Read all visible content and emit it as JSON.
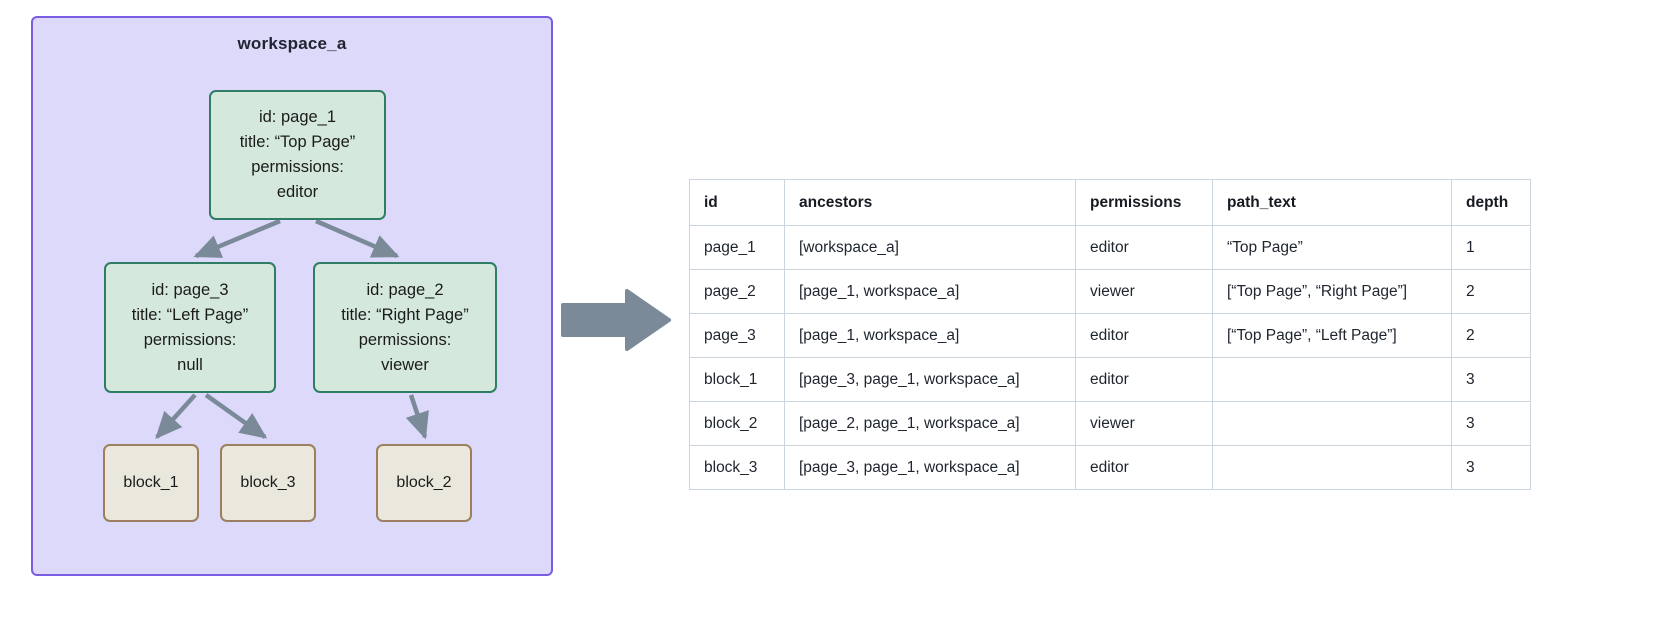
{
  "workspace": {
    "title": "workspace_a",
    "container_fill": "#ddd9fb",
    "container_border": "#7b5de4",
    "page_node_fill": "#d4e8dc",
    "page_node_border": "#2e7d64",
    "block_node_fill": "#eae8dc",
    "block_node_border": "#9c7f5e",
    "edge_color": "#7b8a99",
    "nodes": [
      {
        "key": "page_1",
        "type": "page",
        "line1": "id: page_1",
        "line2": "title: “Top Page”",
        "line3": "permissions:",
        "line4": "editor"
      },
      {
        "key": "page_3",
        "type": "page",
        "line1": "id: page_3",
        "line2": "title: “Left Page”",
        "line3": "permissions:",
        "line4": "null"
      },
      {
        "key": "page_2",
        "type": "page",
        "line1": "id: page_2",
        "line2": "title: “Right Page”",
        "line3": "permissions:",
        "line4": "viewer"
      },
      {
        "key": "block_1",
        "type": "block",
        "label": "block_1"
      },
      {
        "key": "block_3",
        "type": "block",
        "label": "block_3"
      },
      {
        "key": "block_2",
        "type": "block",
        "label": "block_2"
      }
    ],
    "edges": [
      {
        "from": "page_1",
        "to": "page_3"
      },
      {
        "from": "page_1",
        "to": "page_2"
      },
      {
        "from": "page_3",
        "to": "block_1"
      },
      {
        "from": "page_3",
        "to": "block_3"
      },
      {
        "from": "page_2",
        "to": "block_2"
      }
    ]
  },
  "transition": {
    "icon": "right-arrow-icon",
    "color": "#7b8a99"
  },
  "table": {
    "columns": [
      "id",
      "ancestors",
      "permissions",
      "path_text",
      "depth"
    ],
    "rows": [
      {
        "id": "page_1",
        "ancestors": "[workspace_a]",
        "permissions": "editor",
        "path_text": "“Top Page”",
        "depth": "1"
      },
      {
        "id": "page_2",
        "ancestors": "[page_1, workspace_a]",
        "permissions": "viewer",
        "path_text": "[“Top Page”, “Right Page”]",
        "depth": "2"
      },
      {
        "id": "page_3",
        "ancestors": "[page_1, workspace_a]",
        "permissions": "editor",
        "path_text": "[“Top Page”, “Left Page”]",
        "depth": "2"
      },
      {
        "id": "block_1",
        "ancestors": "[page_3, page_1, workspace_a]",
        "permissions": "editor",
        "path_text": "",
        "depth": "3"
      },
      {
        "id": "block_2",
        "ancestors": "[page_2, page_1, workspace_a]",
        "permissions": "viewer",
        "path_text": "",
        "depth": "3"
      },
      {
        "id": "block_3",
        "ancestors": "[page_3, page_1, workspace_a]",
        "permissions": "editor",
        "path_text": "",
        "depth": "3"
      }
    ]
  }
}
